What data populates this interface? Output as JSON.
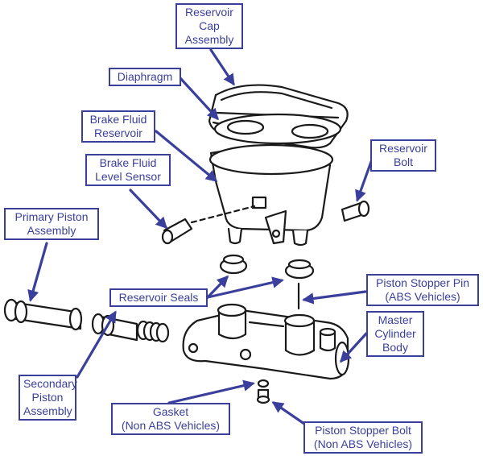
{
  "diagram": {
    "subject": "Brake master cylinder exploded view",
    "accent_color": "#3a3f9c",
    "line_color": "#1a1a1a",
    "labels": {
      "reservoir_cap": [
        "Reservoir",
        "Cap",
        "Assembly"
      ],
      "diaphragm": [
        "Diaphragm"
      ],
      "brake_fluid_reservoir": [
        "Brake Fluid",
        "Reservoir"
      ],
      "level_sensor": [
        "Brake Fluid",
        "Level Sensor"
      ],
      "reservoir_bolt": [
        "Reservoir",
        "Bolt"
      ],
      "primary_piston": [
        "Primary Piston",
        "Assembly"
      ],
      "reservoir_seals": [
        "Reservoir Seals"
      ],
      "stopper_pin": [
        "Piston Stopper Pin",
        "(ABS Vehicles)"
      ],
      "cylinder_body": [
        "Master",
        "Cylinder",
        "Body"
      ],
      "secondary_piston": [
        "Secondary",
        "Piston",
        "Assembly"
      ],
      "gasket": [
        "Gasket",
        "(Non ABS Vehicles)"
      ],
      "stopper_bolt": [
        "Piston Stopper Bolt",
        "(Non ABS Vehicles)"
      ]
    }
  }
}
